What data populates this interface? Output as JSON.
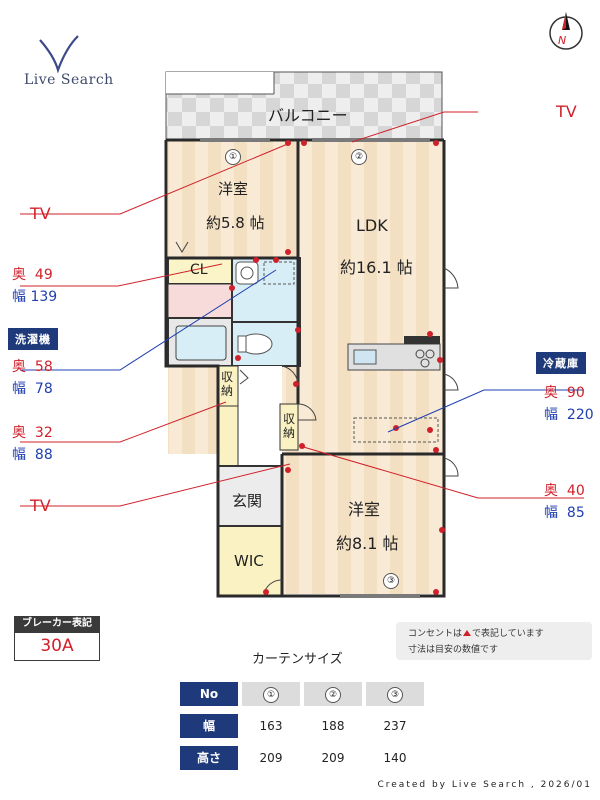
{
  "brand": {
    "name": "Live Search"
  },
  "compass": {
    "north_label": "N"
  },
  "rooms": {
    "balcony": "バルコニー",
    "western1_name": "洋室",
    "western1_size": "約5.8 帖",
    "ldk_name": "LDK",
    "ldk_size": "約16.1 帖",
    "closet": "CL",
    "storage_a": "収\n納",
    "storage_b": "収\n納",
    "entrance": "玄関",
    "wic": "WIC",
    "western2_name": "洋室",
    "western2_size": "約8.1 帖"
  },
  "window_markers": [
    "①",
    "②",
    "③"
  ],
  "callouts": {
    "tv_top_right": "TV",
    "tv_left_upper": "TV",
    "tv_left_lower": "TV",
    "dim1": {
      "depth_label": "奥",
      "depth": "49",
      "width_label": "幅",
      "width": "139"
    },
    "washer_badge": "洗濯機",
    "dim2": {
      "depth_label": "奥",
      "depth": "58",
      "width_label": "幅",
      "width": "78"
    },
    "dim3": {
      "depth_label": "奥",
      "depth": "32",
      "width_label": "幅",
      "width": "88"
    },
    "fridge_badge": "冷蔵庫",
    "dim4": {
      "depth_label": "奥",
      "depth": "90",
      "width_label": "幅",
      "width": "220"
    },
    "dim5": {
      "depth_label": "奥",
      "depth": "40",
      "width_label": "幅",
      "width": "85"
    }
  },
  "breaker": {
    "label": "ブレーカー表記",
    "value": "30A"
  },
  "note": {
    "line1_pre": "コンセントは",
    "line1_post": "で表記しています",
    "line2": "寸法は目安の数値です"
  },
  "curtain": {
    "title": "カーテンサイズ",
    "header": "No",
    "numbers": [
      "①",
      "②",
      "③"
    ],
    "row_width_label": "幅",
    "widths": [
      "163",
      "188",
      "237"
    ],
    "row_height_label": "高さ",
    "heights": [
      "209",
      "209",
      "140"
    ]
  },
  "credit": "Created by Live Search , 2026/01",
  "colors": {
    "outlet": "#d0202a",
    "accent_red": "#d0202a",
    "accent_blue": "#1f3fb0",
    "badge": "#1f3a7a",
    "floor": "#f4e2c8",
    "bath": "#d8eef7",
    "wic_floor": "#fbf2c4"
  }
}
